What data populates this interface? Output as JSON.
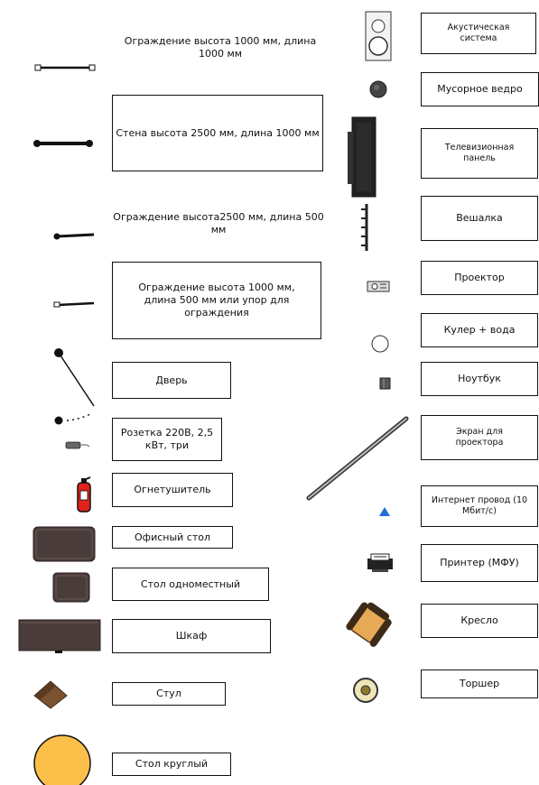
{
  "legend": {
    "left": [
      {
        "name": "fence-1000-1000",
        "label": "Ограждение высота 1000 мм, длина 1000 мм"
      },
      {
        "name": "wall-2500-1000",
        "label": "Стена высота 2500 мм, длина 1000 мм"
      },
      {
        "name": "fence-2500-500",
        "label": "Ограждение высота2500 мм, длина 500 мм"
      },
      {
        "name": "fence-1000-500",
        "label": "Ограждение высота 1000 мм, длина 500 мм или упор для ограждения"
      },
      {
        "name": "door",
        "label": "Дверь"
      },
      {
        "name": "socket",
        "label": "Розетка 220В, 2,5 кВт, три"
      },
      {
        "name": "fire-extinguisher",
        "label": "Огнетушитель"
      },
      {
        "name": "office-desk",
        "label": "Офисный стол"
      },
      {
        "name": "single-desk",
        "label": "Стол одноместный"
      },
      {
        "name": "cabinet",
        "label": "Шкаф"
      },
      {
        "name": "chair",
        "label": "Стул"
      },
      {
        "name": "round-table",
        "label": "Стол круглый"
      }
    ],
    "right": [
      {
        "name": "speaker-system",
        "label": "Акустическая система"
      },
      {
        "name": "trash-bin",
        "label": "Мусорное ведро"
      },
      {
        "name": "tv-panel",
        "label": "Телевизионная панель"
      },
      {
        "name": "coat-rack",
        "label": "Вешалка"
      },
      {
        "name": "projector",
        "label": "Проектор"
      },
      {
        "name": "water-cooler",
        "label": "Кулер + вода"
      },
      {
        "name": "laptop",
        "label": "Ноутбук"
      },
      {
        "name": "projector-screen",
        "label": "Экран для проектора"
      },
      {
        "name": "internet-cable",
        "label": "Интернет провод (10 Мбит/с)"
      },
      {
        "name": "printer",
        "label": "Принтер (МФУ)"
      },
      {
        "name": "armchair",
        "label": "Кресло"
      },
      {
        "name": "floor-lamp",
        "label": "Торшер"
      }
    ]
  },
  "icons": {
    "fence-1000-1000": "fence-icon",
    "wall-2500-1000": "wall-icon",
    "fence-2500-500": "short-fence-icon",
    "fence-1000-500": "short-fence-icon",
    "door": "door-icon",
    "socket": "socket-icon",
    "fire-extinguisher": "fire-extinguisher-icon",
    "office-desk": "desk-icon",
    "single-desk": "desk-icon",
    "cabinet": "cabinet-icon",
    "chair": "chair-icon",
    "round-table": "round-table-icon",
    "speaker-system": "speaker-icon",
    "trash-bin": "trash-bin-icon",
    "tv-panel": "tv-panel-icon",
    "coat-rack": "coat-rack-icon",
    "projector": "projector-icon",
    "water-cooler": "water-cooler-icon",
    "laptop": "laptop-icon",
    "projector-screen": "projector-screen-icon",
    "internet-cable": "internet-cable-icon",
    "printer": "printer-icon",
    "armchair": "armchair-icon",
    "floor-lamp": "floor-lamp-icon"
  },
  "colors": {
    "furniture_brown": "#4a3c3a",
    "wood": "#8a5a2b",
    "round_table": "#fcbf4a",
    "extinguisher_red": "#e0221b",
    "cable_blue": "#1f6fd6"
  }
}
